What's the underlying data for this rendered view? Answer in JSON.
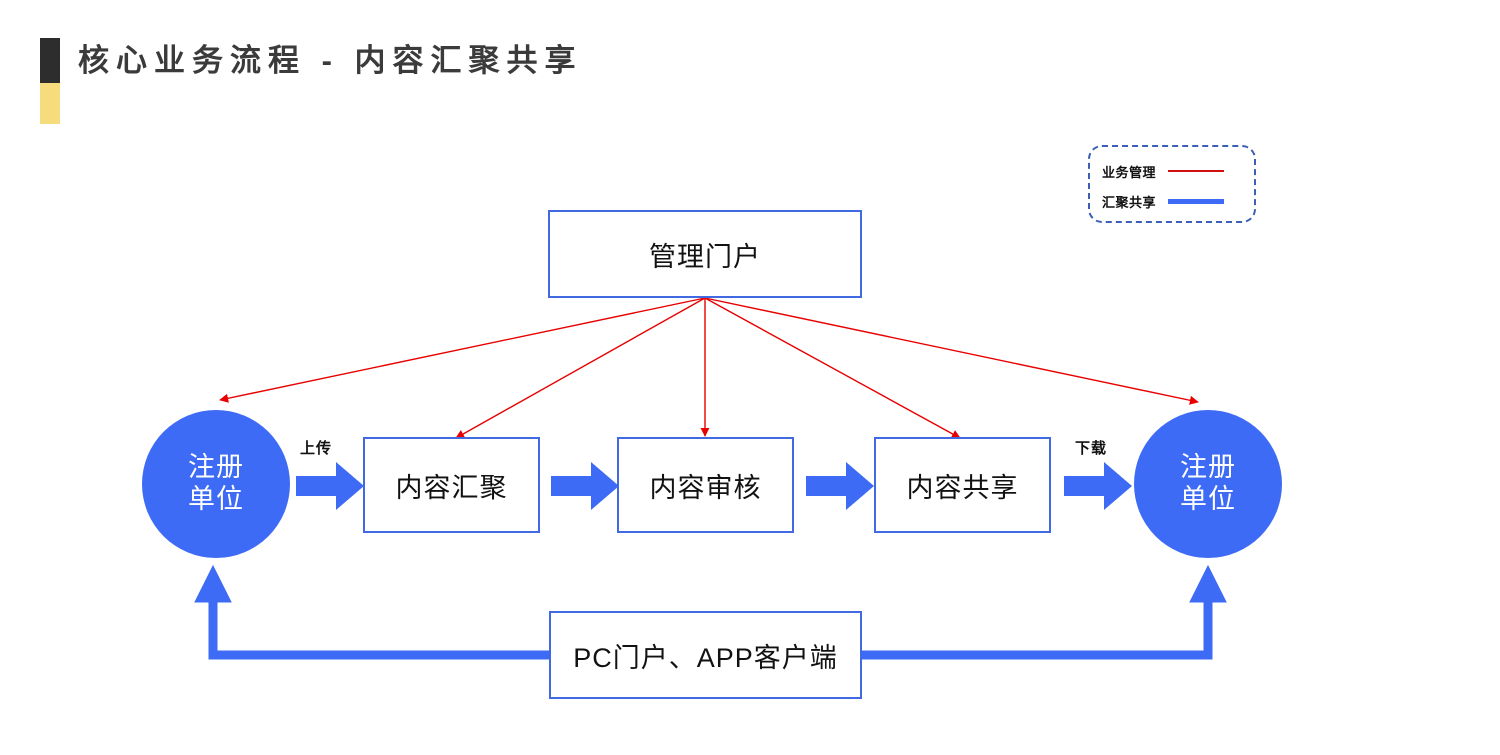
{
  "page": {
    "title": "核心业务流程 - 内容汇聚共享",
    "accent_dark_color": "#2d2d2d",
    "accent_yellow_color": "#f7dc7e",
    "background_color": "#ffffff"
  },
  "legend": {
    "items": [
      {
        "label": "业务管理",
        "color": "#d01010",
        "style": "thin-line"
      },
      {
        "label": "汇聚共享",
        "color": "#3d6bf5",
        "style": "thick-line"
      }
    ]
  },
  "diagram": {
    "type": "flow-diagram",
    "nodes": [
      {
        "id": "portal",
        "label": "管理门户",
        "shape": "rect",
        "fill": "#ffffff",
        "stroke": "#4169e1"
      },
      {
        "id": "unit-left",
        "line1": "注册",
        "line2": "单位",
        "shape": "circle",
        "fill": "#3d6bf5",
        "text_color": "#ffffff"
      },
      {
        "id": "collect",
        "label": "内容汇聚",
        "shape": "rect",
        "fill": "#ffffff",
        "stroke": "#4169e1"
      },
      {
        "id": "review",
        "label": "内容审核",
        "shape": "rect",
        "fill": "#ffffff",
        "stroke": "#4169e1"
      },
      {
        "id": "share",
        "label": "内容共享",
        "shape": "rect",
        "fill": "#ffffff",
        "stroke": "#4169e1"
      },
      {
        "id": "unit-right",
        "line1": "注册",
        "line2": "单位",
        "shape": "circle",
        "fill": "#3d6bf5",
        "text_color": "#ffffff"
      },
      {
        "id": "client",
        "label": "PC门户、APP客户端",
        "shape": "rect",
        "fill": "#ffffff",
        "stroke": "#4169e1"
      }
    ],
    "edge_labels": [
      {
        "id": "upload",
        "label": "上传"
      },
      {
        "id": "download",
        "label": "下载"
      }
    ],
    "flow_sequence": [
      "注册单位",
      "内容汇聚",
      "内容审核",
      "内容共享",
      "注册单位"
    ],
    "management_edges": [
      {
        "from": "管理门户",
        "to": "注册单位",
        "color": "#d01010"
      },
      {
        "from": "管理门户",
        "to": "内容汇聚",
        "color": "#d01010"
      },
      {
        "from": "管理门户",
        "to": "内容审核",
        "color": "#d01010"
      },
      {
        "from": "管理门户",
        "to": "内容共享",
        "color": "#d01010"
      },
      {
        "from": "管理门户",
        "to": "注册单位",
        "color": "#d01010"
      }
    ],
    "share_edges": [
      {
        "from": "PC门户、APP客户端",
        "to": "注册单位",
        "color": "#3d6bf5"
      },
      {
        "from": "PC门户、APP客户端",
        "to": "注册单位",
        "color": "#3d6bf5"
      }
    ]
  }
}
